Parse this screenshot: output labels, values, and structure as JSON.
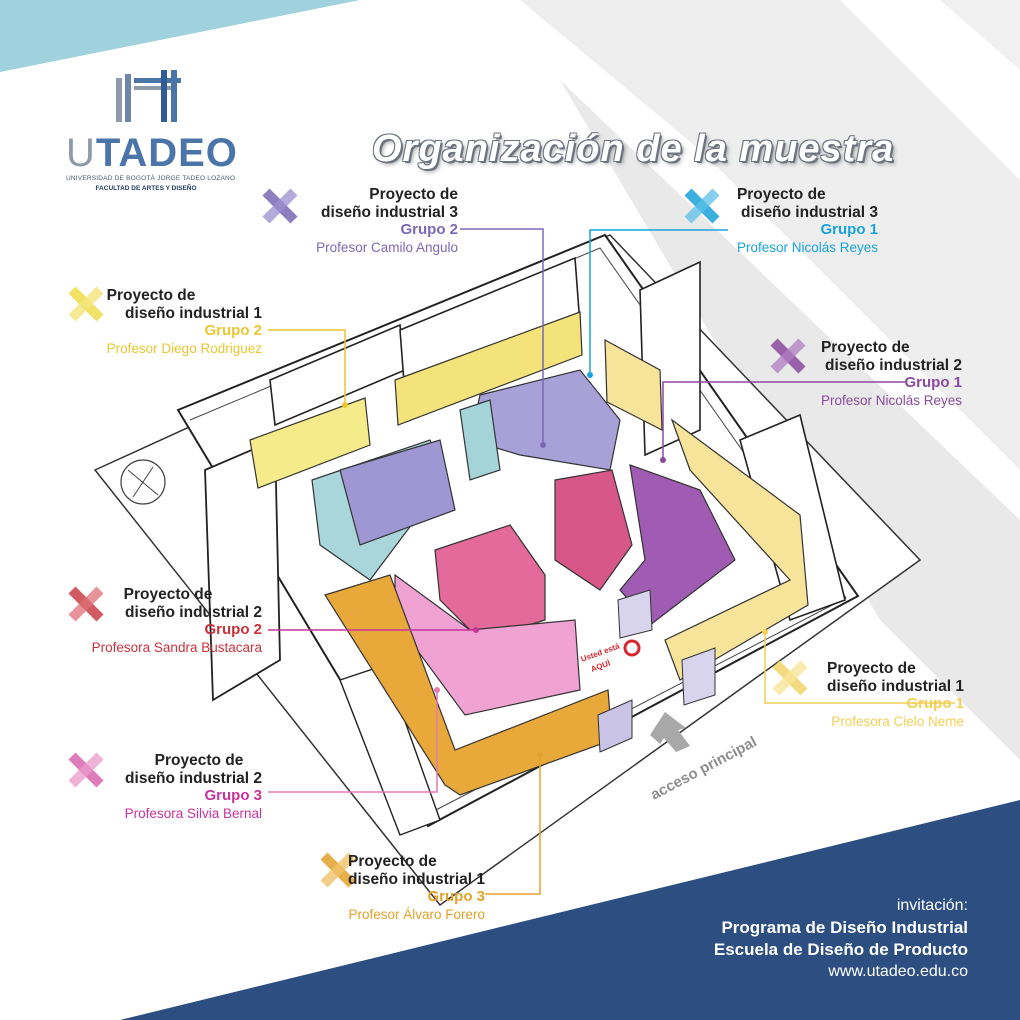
{
  "logo": {
    "name": "UTADEO",
    "university": "UNIVERSIDAD DE BOGOTÁ JORGE TADEO LOZANO",
    "faculty": "FACULTAD DE ARTES Y DISEÑO"
  },
  "title": "Organización de la muestra",
  "colors": {
    "g2_camilo": "#7b68b5",
    "g1_nicolas_r3": "#1aa3da",
    "g2_diego": "#e9c632",
    "g1_nicolas_r2": "#8b4aa0",
    "g2_sandra": "#c8323c",
    "g1_cielo": "#f2cf55",
    "g3_silvia": "#c8329b",
    "g3_alvaro": "#e3a22b",
    "footer_band": "#2c4e80"
  },
  "labels": {
    "camilo": {
      "line1": "Proyecto de",
      "line2": "diseño industrial 3",
      "group": "Grupo 2",
      "prof": "Profesor Camilo Angulo"
    },
    "nicolas3": {
      "line1": "Proyecto de",
      "line2": "diseño industrial 3",
      "group": "Grupo 1",
      "prof": "Profesor Nicolás Reyes"
    },
    "diego": {
      "line1": "Proyecto de",
      "line2": "diseño industrial 1",
      "group": "Grupo 2",
      "prof": "Profesor Diego Rodriguez"
    },
    "nicolas2": {
      "line1": "Proyecto de",
      "line2": "diseño industrial 2",
      "group": "Grupo 1",
      "prof": "Profesor Nicolás Reyes"
    },
    "sandra": {
      "line1": "Proyecto de",
      "line2": "diseño industrial 2",
      "group": "Grupo 2",
      "prof": "Profesora Sandra Bustacara"
    },
    "cielo": {
      "line1": "Proyecto de",
      "line2": "diseño industrial 1",
      "group": "Grupo 1",
      "prof": "Profesora Cielo Neme"
    },
    "silvia": {
      "line1": "Proyecto de",
      "line2": "diseño industrial 2",
      "group": "Grupo 3",
      "prof": "Profesora Silvia Bernal"
    },
    "alvaro": {
      "line1": "Proyecto de",
      "line2": "diseño industrial 1",
      "group": "Grupo 3",
      "prof": "Profesor Álvaro Forero"
    }
  },
  "map": {
    "you_are_here_1": "Usted está",
    "you_are_here_2": "AQUÍ",
    "entrance": "acceso principal"
  },
  "footer": {
    "invitation": "invitación:",
    "program": "Programa de Diseño Industrial",
    "school": "Escuela de Diseño de Producto",
    "website": "www.utadeo.edu.co"
  }
}
